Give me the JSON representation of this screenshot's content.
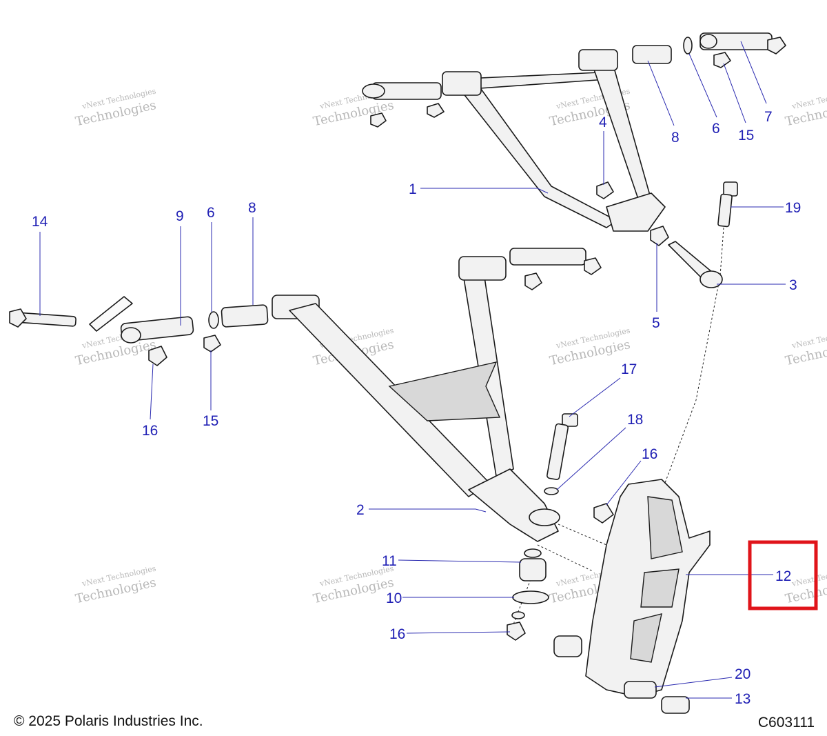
{
  "footer": {
    "copyright": "© 2025 Polaris Industries Inc.",
    "diagram_code": "C603111"
  },
  "watermark": {
    "line1": "vNext Technologies",
    "line2": "Technologies"
  },
  "callouts": [
    {
      "id": "c1",
      "label": "1"
    },
    {
      "id": "c2",
      "label": "2"
    },
    {
      "id": "c3",
      "label": "3"
    },
    {
      "id": "c4",
      "label": "4"
    },
    {
      "id": "c5",
      "label": "5"
    },
    {
      "id": "c6a",
      "label": "6"
    },
    {
      "id": "c6b",
      "label": "6"
    },
    {
      "id": "c7",
      "label": "7"
    },
    {
      "id": "c8a",
      "label": "8"
    },
    {
      "id": "c8b",
      "label": "8"
    },
    {
      "id": "c9",
      "label": "9"
    },
    {
      "id": "c10",
      "label": "10"
    },
    {
      "id": "c11",
      "label": "11"
    },
    {
      "id": "c12",
      "label": "12"
    },
    {
      "id": "c13",
      "label": "13"
    },
    {
      "id": "c14",
      "label": "14"
    },
    {
      "id": "c15a",
      "label": "15"
    },
    {
      "id": "c15b",
      "label": "15"
    },
    {
      "id": "c16a",
      "label": "16"
    },
    {
      "id": "c16b",
      "label": "16"
    },
    {
      "id": "c16c",
      "label": "16"
    },
    {
      "id": "c17",
      "label": "17"
    },
    {
      "id": "c18",
      "label": "18"
    },
    {
      "id": "c19",
      "label": "19"
    },
    {
      "id": "c20",
      "label": "20"
    }
  ],
  "highlight": {
    "target": "12",
    "color": "#e0141a"
  },
  "colors": {
    "callout": "#1f1fb4",
    "line": "#1a1a1a",
    "part_fill": "#f2f2f2"
  }
}
